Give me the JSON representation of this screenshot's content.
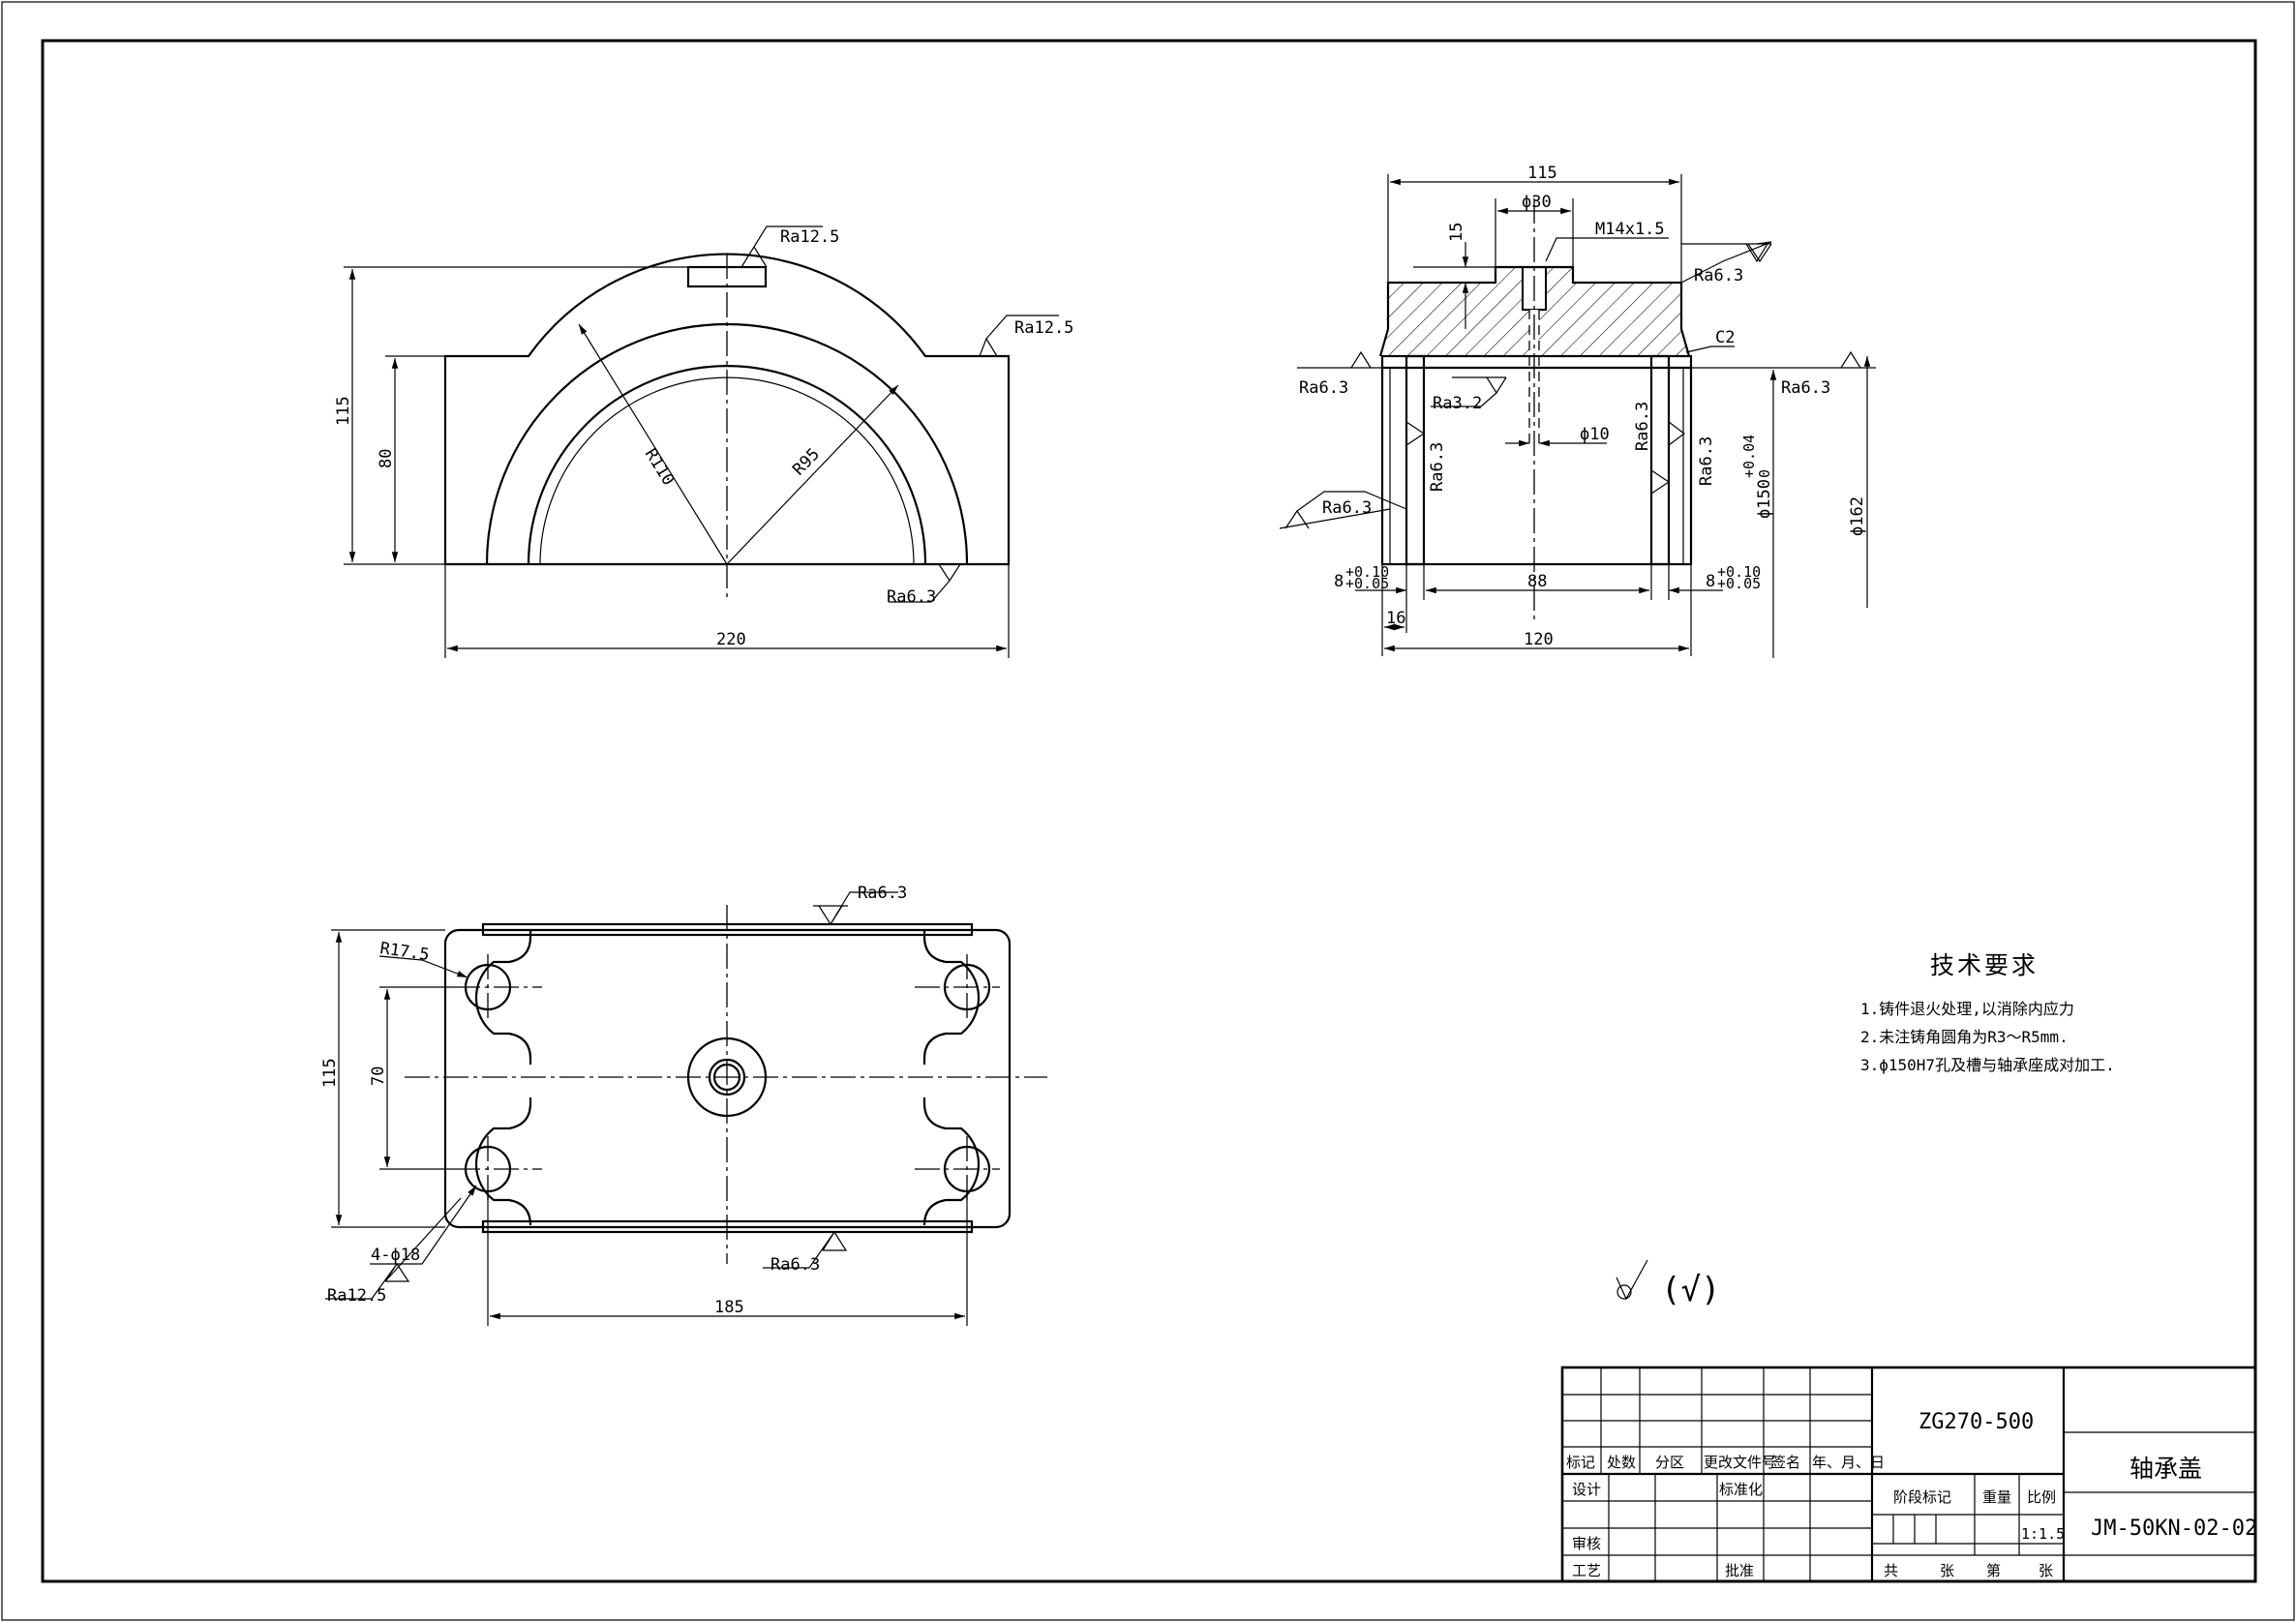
{
  "front_view": {
    "ra_top": "Ra12.5",
    "ra_right": "Ra12.5",
    "ra_bottom": "Ra6.3",
    "dim_115": "115",
    "dim_80": "80",
    "dim_r110": "R110",
    "dim_r95": "R95",
    "dim_220": "220"
  },
  "section_view": {
    "dim_115": "115",
    "dim_phi30": "ϕ30",
    "dim_15": "15",
    "dim_m14": "M14x1.5",
    "ra_top": "Ra6.3",
    "dim_c2": "C2",
    "ra_left": "Ra6.3",
    "ra_32": "Ra3.2",
    "ra_right": "Ra6.3",
    "dim_phi10": "ϕ10",
    "ra_groove_l": "Ra6.3",
    "ra_inner_l": "Ra6.3",
    "ra_inner_r": "Ra6.3",
    "ra_groove_r": "Ra6.3",
    "dim_phi150": "ϕ150",
    "tol_phi150_up": "+0.04",
    "tol_phi150_dn": "0",
    "dim_phi162": "ϕ162",
    "dim_8_l": "8",
    "tol_8_l_up": "+0.10",
    "tol_8_l_dn": "+0.05",
    "dim_88": "88",
    "dim_8_r": "8",
    "tol_8_r_up": "+0.10",
    "tol_8_r_dn": "+0.05",
    "dim_16": "16",
    "dim_120": "120"
  },
  "top_view": {
    "ra_top": "Ra6.3",
    "dim_r175": "R17.5",
    "dim_115": "115",
    "dim_70": "70",
    "dim_holes": "4-ϕ18",
    "ra_left": "Ra12.5",
    "ra_bottom": "Ra6.3",
    "dim_185": "185"
  },
  "tech_req": {
    "title": "技术要求",
    "items": [
      "1.铸件退火处理,以消除内应力",
      "2.未注铸角圆角为R3～R5mm.",
      "3.ϕ150H7孔及槽与轴承座成对加工."
    ]
  },
  "roughness_note": {
    "paren": "(√)"
  },
  "title_block": {
    "material": "ZG270-500",
    "part_name": "轴承盖",
    "drawing_no": "JM-50KN-02-02",
    "hdr_mark": "标记",
    "hdr_count": "处数",
    "hdr_zone": "分区",
    "hdr_change": "更改文件号",
    "hdr_sign": "签名",
    "hdr_date": "年、月、日",
    "lbl_design": "设计",
    "lbl_std": "标准化",
    "lbl_check": "审核",
    "lbl_process": "工艺",
    "lbl_approve": "批准",
    "lbl_stage": "阶段标记",
    "lbl_weight": "重量",
    "lbl_scale": "比例",
    "scale_value": "1:1.5",
    "lbl_total": "共",
    "lbl_sheets": "张",
    "lbl_sheet_no": "第",
    "lbl_sheets2": "张"
  }
}
